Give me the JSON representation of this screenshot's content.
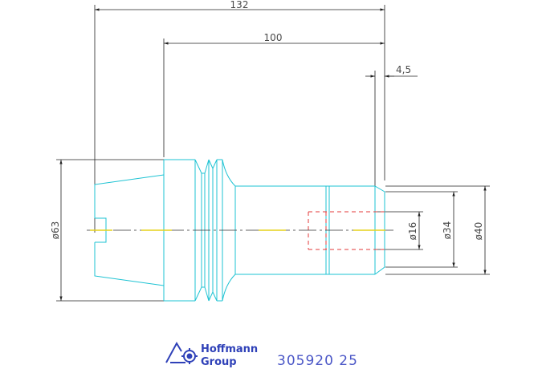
{
  "drawing": {
    "colors": {
      "outline": "#1ec3d3",
      "dimension": "#222222",
      "dim_text": "#4a4a4a",
      "centerline": "#e6d21a",
      "hidden": "#e33a3a",
      "brand": "#2f41b8"
    },
    "dimensions": {
      "overall_length": "132",
      "shank_length": "100",
      "offset": "4,5",
      "collet_diameter": "ø63",
      "bore_diameter": "ø16",
      "shank_diameter": "ø34",
      "flange_diameter": "ø40"
    }
  },
  "title_block": {
    "brand_line1": "Hoffmann",
    "brand_line2": "Group",
    "part_number": "305920 25"
  }
}
